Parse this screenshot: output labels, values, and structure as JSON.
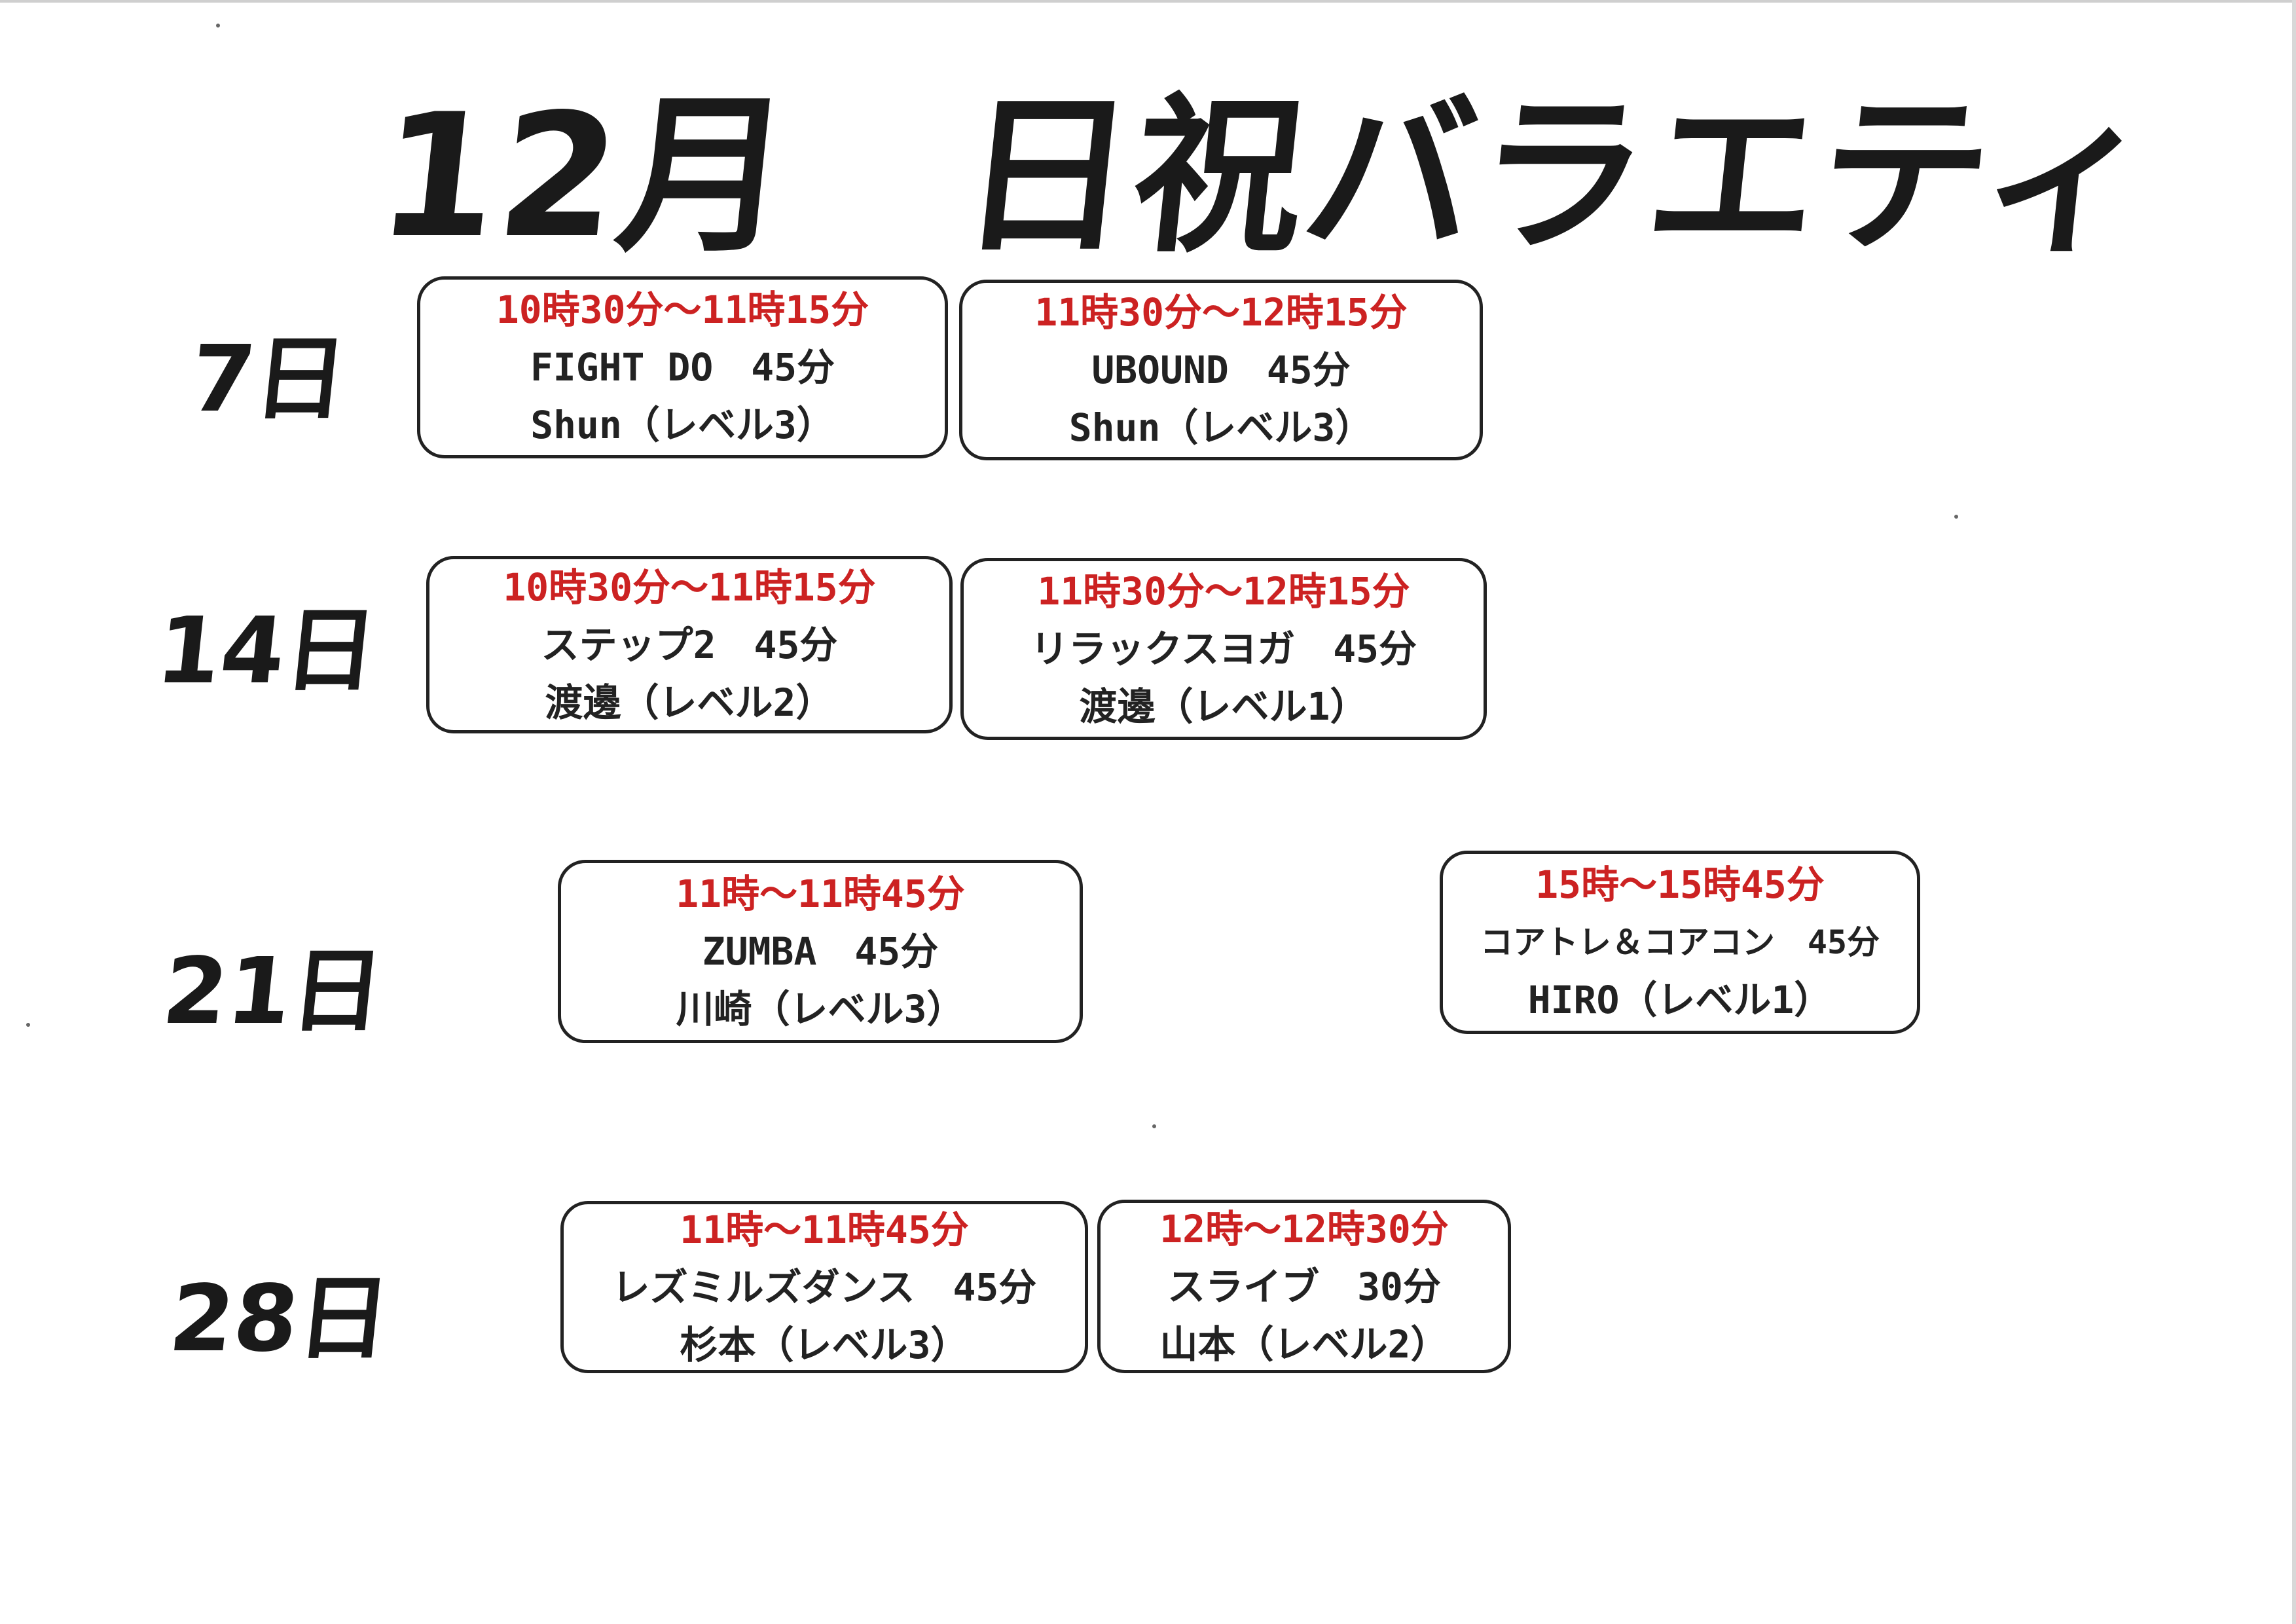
{
  "title": "12月　日祝バラエティ",
  "days": [
    {
      "label": "7日",
      "sessions": [
        {
          "time": "10時30分～11時15分",
          "class": "FIGHT DO　45分",
          "instructor": "Shun（レベル3）"
        },
        {
          "time": "11時30分～12時15分",
          "class": "UBOUND　45分",
          "instructor": "Shun（レベル3）"
        }
      ]
    },
    {
      "label": "14日",
      "sessions": [
        {
          "time": "10時30分～11時15分",
          "class": "ステップ2　45分",
          "instructor": "渡邊（レベル2）"
        },
        {
          "time": "11時30分～12時15分",
          "class": "リラックスヨガ　45分",
          "instructor": "渡邊（レベル1）"
        }
      ]
    },
    {
      "label": "21日",
      "sessions": [
        {
          "time": "11時～11時45分",
          "class": "ZUMBA　45分",
          "instructor": "川崎（レベル3）"
        },
        {
          "time": "15時～15時45分",
          "class": "コアトレ＆コアコン　45分",
          "instructor": "HIRO（レベル1）"
        }
      ]
    },
    {
      "label": "28日",
      "sessions": [
        {
          "time": "11時～11時45分",
          "class": "レズミルズダンス　45分",
          "instructor": "杉本（レベル3）"
        },
        {
          "time": "12時～12時30分",
          "class": "スライブ　30分",
          "instructor": "山本（レベル2）"
        }
      ]
    }
  ],
  "colors": {
    "time_text": "#cc2222",
    "body_text": "#222222",
    "border": "#222222"
  }
}
